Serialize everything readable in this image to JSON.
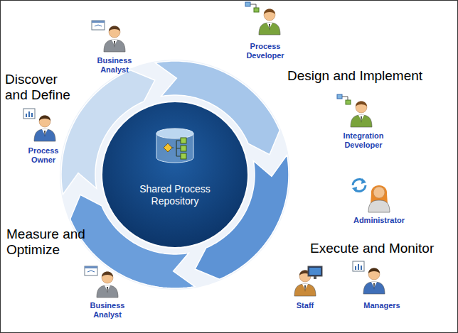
{
  "diagram": {
    "nodes": [
      {
        "text": [
          "Shared Process Repository"
        ]
      }
    ],
    "labels": [
      "Business Analyst",
      "Process Developer",
      "Discover and Define",
      "Design and Implement",
      "Process Owner",
      "Integration Developer",
      "Administrator",
      "Measure and Optimize",
      "Execute and Monitor",
      "Business Analyst",
      "Staff",
      "Managers"
    ]
  }
}
